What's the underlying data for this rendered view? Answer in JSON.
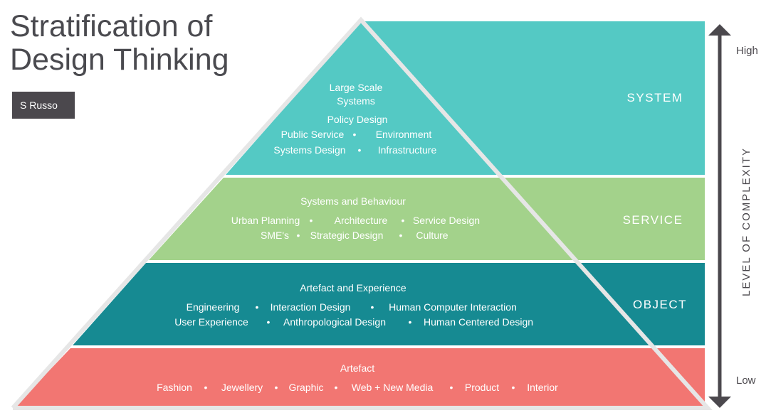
{
  "title": {
    "line1": "Stratification of",
    "line2": "Design Thinking"
  },
  "author": "S Russo",
  "colors": {
    "system": "#54c9c4",
    "service": "#a3d28b",
    "object": "#168a92",
    "product": "#f27672",
    "text_dark": "#4a4a4f",
    "axis": "#4b484d"
  },
  "levels": {
    "system": {
      "name": "SYSTEM",
      "heading1": "Large Scale",
      "heading2": "Systems",
      "heading3": "Policy Design",
      "row1": [
        "Public Service",
        "Environment"
      ],
      "row2": [
        "Systems Design",
        "Infrastructure"
      ]
    },
    "service": {
      "name": "SERVICE",
      "heading": "Systems and Behaviour",
      "row1": [
        "Urban Planning",
        "Architecture",
        "Service Design"
      ],
      "row2": [
        "SME's",
        "Strategic Design",
        "Culture"
      ]
    },
    "object": {
      "name": "OBJECT",
      "heading": "Artefact and Experience",
      "row1": [
        "Engineering",
        "Interaction Design",
        "Human Computer Interaction"
      ],
      "row2": [
        "User Experience",
        "Anthropological Design",
        "Human Centered Design"
      ]
    },
    "product": {
      "heading": "Artefact",
      "row1": [
        "Fashion",
        "Jewellery",
        "Graphic",
        "Web + New Media",
        "Product",
        "Interior"
      ]
    }
  },
  "axis": {
    "high": "High",
    "low": "Low",
    "label": "LEVEL OF COMPLEXITY"
  }
}
